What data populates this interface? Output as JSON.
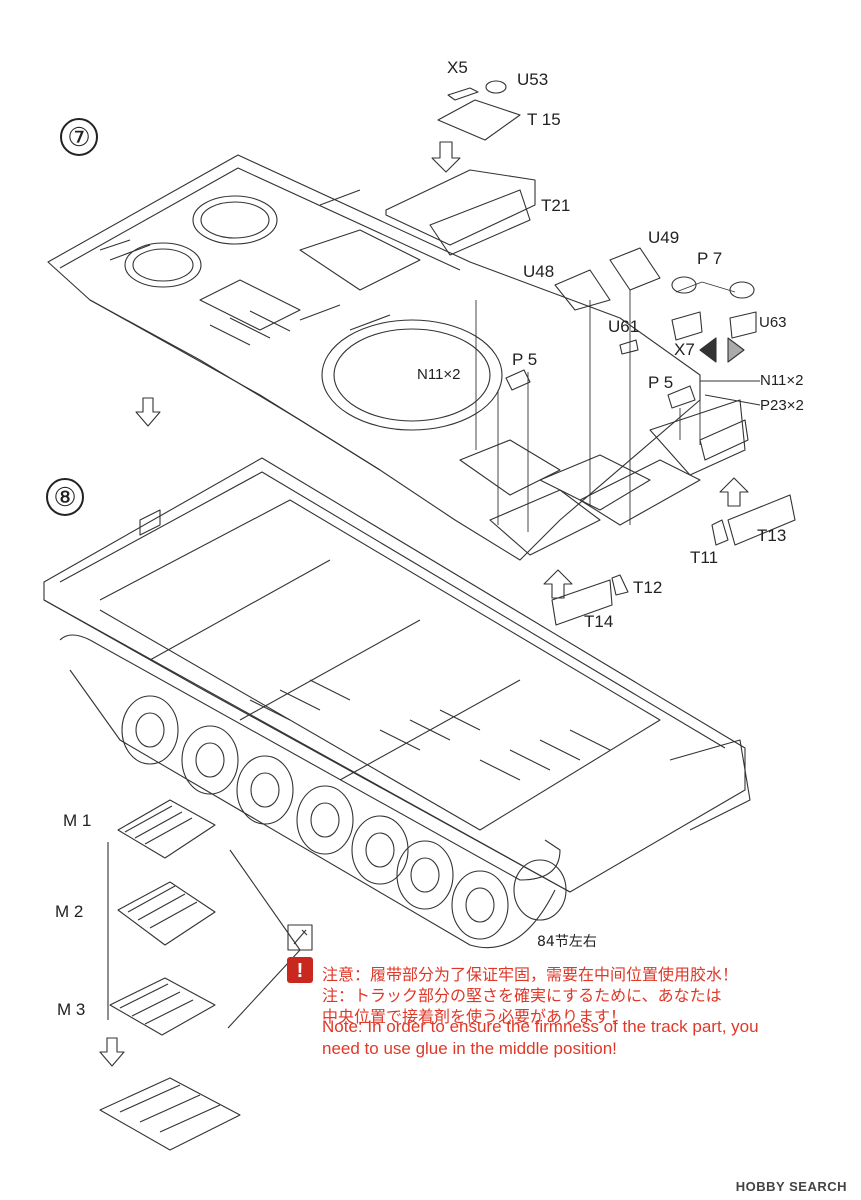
{
  "steps": {
    "step7": "⑦",
    "step8": "⑧"
  },
  "parts": {
    "x5": "X5",
    "u53": "U53",
    "t15": "T 15",
    "t21": "T21",
    "u49": "U49",
    "u48": "U48",
    "p7": "P 7",
    "u63": "U63",
    "u61": "U61",
    "x7": "X7",
    "p5a": "P 5",
    "p5b": "P 5",
    "n11a": "N11×2",
    "n11b": "N11×2",
    "p23": "P23×2",
    "t13": "T13",
    "t11": "T11",
    "t12": "T12",
    "t14": "T14",
    "m1": "M 1",
    "m2": "M 2",
    "m3": "M 3",
    "track_count": "84节左右"
  },
  "note": {
    "cn": "注意：履带部分为了保证牢固，需要在中间位置使用胶水！",
    "jp1": "注：トラック部分の堅さを確実にするために、あなたは",
    "jp2": "中央位置で接着剤を使う必要があります！",
    "en1": "Note: In order to ensure the firmness of the track part, you",
    "en2": "need to use glue in the middle position!"
  },
  "watermark": "HOBBY SEARCH",
  "colors": {
    "note": "#e03828",
    "line": "#333333",
    "alert": "#c8281e"
  }
}
